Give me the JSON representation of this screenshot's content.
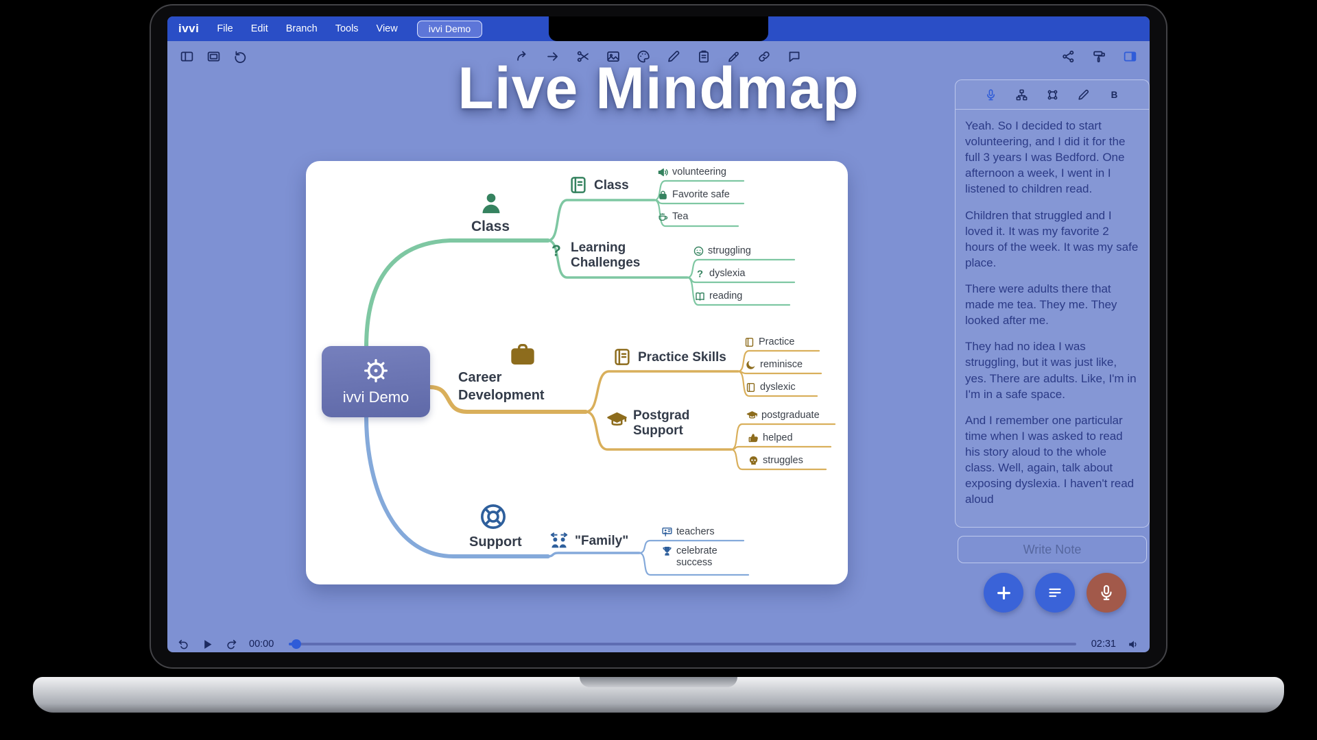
{
  "menubar": {
    "logo": "ivvi",
    "menus": [
      "File",
      "Edit",
      "Branch",
      "Tools",
      "View"
    ],
    "active_tab": "ivvi Demo"
  },
  "toolbar": {
    "left_icons": [
      "sidebar-left",
      "presentation",
      "undo-rotate"
    ],
    "center_icons": [
      "curve-arrow",
      "arrow-right",
      "scissors",
      "image",
      "palette",
      "pencil",
      "clipboard",
      "eyedropper",
      "link",
      "comment"
    ],
    "right_icons": [
      "share",
      "paint-roller",
      "panel-right"
    ]
  },
  "title": "Live Mindmap",
  "mindmap": {
    "center": {
      "label": "ivvi Demo",
      "icon": "helm"
    },
    "branches": [
      {
        "label": "Class",
        "icon": "person",
        "color": "#7ec7a2",
        "icon_color": "#35825f",
        "children": [
          {
            "label": "Class",
            "icon": "journal",
            "leaves": [
              {
                "label": "volunteering",
                "icon": "megaphone"
              },
              {
                "label": "Favorite safe",
                "icon": "lock"
              },
              {
                "label": "Tea",
                "icon": "teacup"
              }
            ]
          },
          {
            "label": "Learning Challenges",
            "icon": "question",
            "leaves": [
              {
                "label": "struggling",
                "icon": "face"
              },
              {
                "label": "dyslexia",
                "icon": "question"
              },
              {
                "label": "reading",
                "icon": "reading"
              }
            ]
          }
        ]
      },
      {
        "label": "Career Development",
        "icon": "briefcase",
        "color": "#d9af5b",
        "icon_color": "#8d6c1d",
        "children": [
          {
            "label": "Practice Skills",
            "icon": "journal",
            "leaves": [
              {
                "label": "Practice",
                "icon": "book"
              },
              {
                "label": "reminisce",
                "icon": "moon"
              },
              {
                "label": "dyslexic",
                "icon": "book"
              }
            ]
          },
          {
            "label": "Postgrad Support",
            "icon": "grad-cap",
            "leaves": [
              {
                "label": "postgraduate",
                "icon": "grad-cap"
              },
              {
                "label": "helped",
                "icon": "thumbs-up"
              },
              {
                "label": "struggles",
                "icon": "skull"
              }
            ]
          }
        ]
      },
      {
        "label": "Support",
        "icon": "lifebuoy",
        "color": "#84a9da",
        "icon_color": "#2e5f9c",
        "children": [
          {
            "label": "\"Family\"",
            "icon": "family",
            "leaves": [
              {
                "label": "teachers",
                "icon": "teacher"
              },
              {
                "label": "celebrate success",
                "icon": "trophy"
              }
            ]
          }
        ]
      }
    ]
  },
  "transcript": {
    "tools": [
      "mic",
      "sitemap",
      "nodes",
      "pencil",
      "bold"
    ],
    "paragraphs": [
      "Yeah. So I decided to start volunteering, and I did it for the full 3 years I was Bedford. One afternoon a week, I went in I listened to children read.",
      "Children that struggled and I loved it. It was my favorite 2 hours of the week. It was my safe place.",
      "There were adults there that made me tea. They me. They looked after me.",
      "They had no idea I was struggling, but it was just like, yes. There are adults. Like, I'm in I'm in a safe space.",
      "And I remember one particular time when I was asked to read his story aloud to the whole class. Well, again, talk about exposing dyslexia. I haven't read aloud"
    ],
    "note_placeholder": "Write Note"
  },
  "actions": {
    "buttons": [
      {
        "icon": "plus",
        "color": "#3a63d8"
      },
      {
        "icon": "list",
        "color": "#3a63d8"
      },
      {
        "icon": "mic",
        "color": "#a2594a"
      }
    ]
  },
  "playbar": {
    "icons": [
      "undo",
      "play",
      "redo"
    ],
    "current": "00:00",
    "total": "02:31",
    "end_icon": "speaker"
  },
  "colors": {
    "menubar_blue": "#2a4ec6",
    "desktop_blue": "#7e91d3",
    "accent_blue": "#2f5cd8",
    "record_red": "#a2594a"
  }
}
